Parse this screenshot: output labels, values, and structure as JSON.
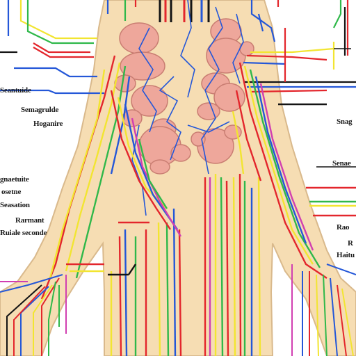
{
  "labels": {
    "left_1": "Seantuide",
    "left_2": "Semagrulde",
    "left_3": "Hoganire",
    "left_4": "gnaetuite",
    "left_5": "osetne",
    "left_6": "Seasation",
    "left_7": "Rarmant",
    "left_8": "Ruiale seconde",
    "right_1": "Snag",
    "right_2": "Senae",
    "right_3": "Rao",
    "right_4": "R",
    "right_5": "Haitu"
  },
  "colors": {
    "skin": "#f6ddb3",
    "skin_outline": "#d9b98c",
    "organ": "#eea79b",
    "organ_outline": "#c97d72",
    "red": "#e3262c",
    "yellow": "#f2e531",
    "green": "#2fb84a",
    "blue": "#2457d8",
    "magenta": "#d13fb1",
    "orange": "#f08a2a",
    "black": "#141414"
  }
}
